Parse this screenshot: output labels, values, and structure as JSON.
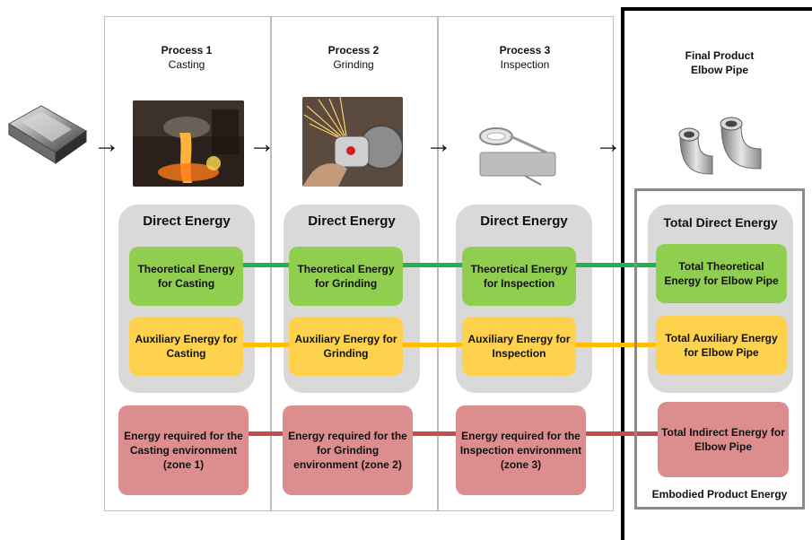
{
  "processes": [
    {
      "number": "Process 1",
      "name": "Casting",
      "panel_title": "Direct Energy",
      "theoretical": "Theoretical Energy for Casting",
      "auxiliary": "Auxiliary Energy for Casting",
      "indirect": "Energy required for the Casting environment (zone 1)"
    },
    {
      "number": "Process 2",
      "name": "Grinding",
      "panel_title": "Direct Energy",
      "theoretical": "Theoretical Energy for Grinding",
      "auxiliary": "Auxiliary Energy for Grinding",
      "indirect": "Energy required for the for Grinding environment (zone 2)"
    },
    {
      "number": "Process 3",
      "name": "Inspection",
      "panel_title": "Direct Energy",
      "theoretical": "Theoretical Energy for Inspection",
      "auxiliary": "Auxiliary Energy for Inspection",
      "indirect": "Energy required for the Inspection environment (zone 3)"
    }
  ],
  "final": {
    "title_line1": "Final Product",
    "title_line2": "Elbow Pipe",
    "panel_title": "Total Direct Energy",
    "theoretical": "Total Theoretical Energy for Elbow Pipe",
    "auxiliary": "Total Auxiliary Energy for Elbow Pipe",
    "indirect": "Total Indirect Energy for Elbow Pipe",
    "embodied_label": "Embodied Product Energy"
  },
  "colors": {
    "theoretical": "#8fce4f",
    "auxiliary": "#ffd24d",
    "indirect": "#dc8e8e",
    "connector_green": "#22b14c",
    "connector_yellow": "#ffbf00",
    "connector_red": "#c0504d",
    "panel_grey": "#d9d9d9"
  },
  "arrow_symbol": "→"
}
